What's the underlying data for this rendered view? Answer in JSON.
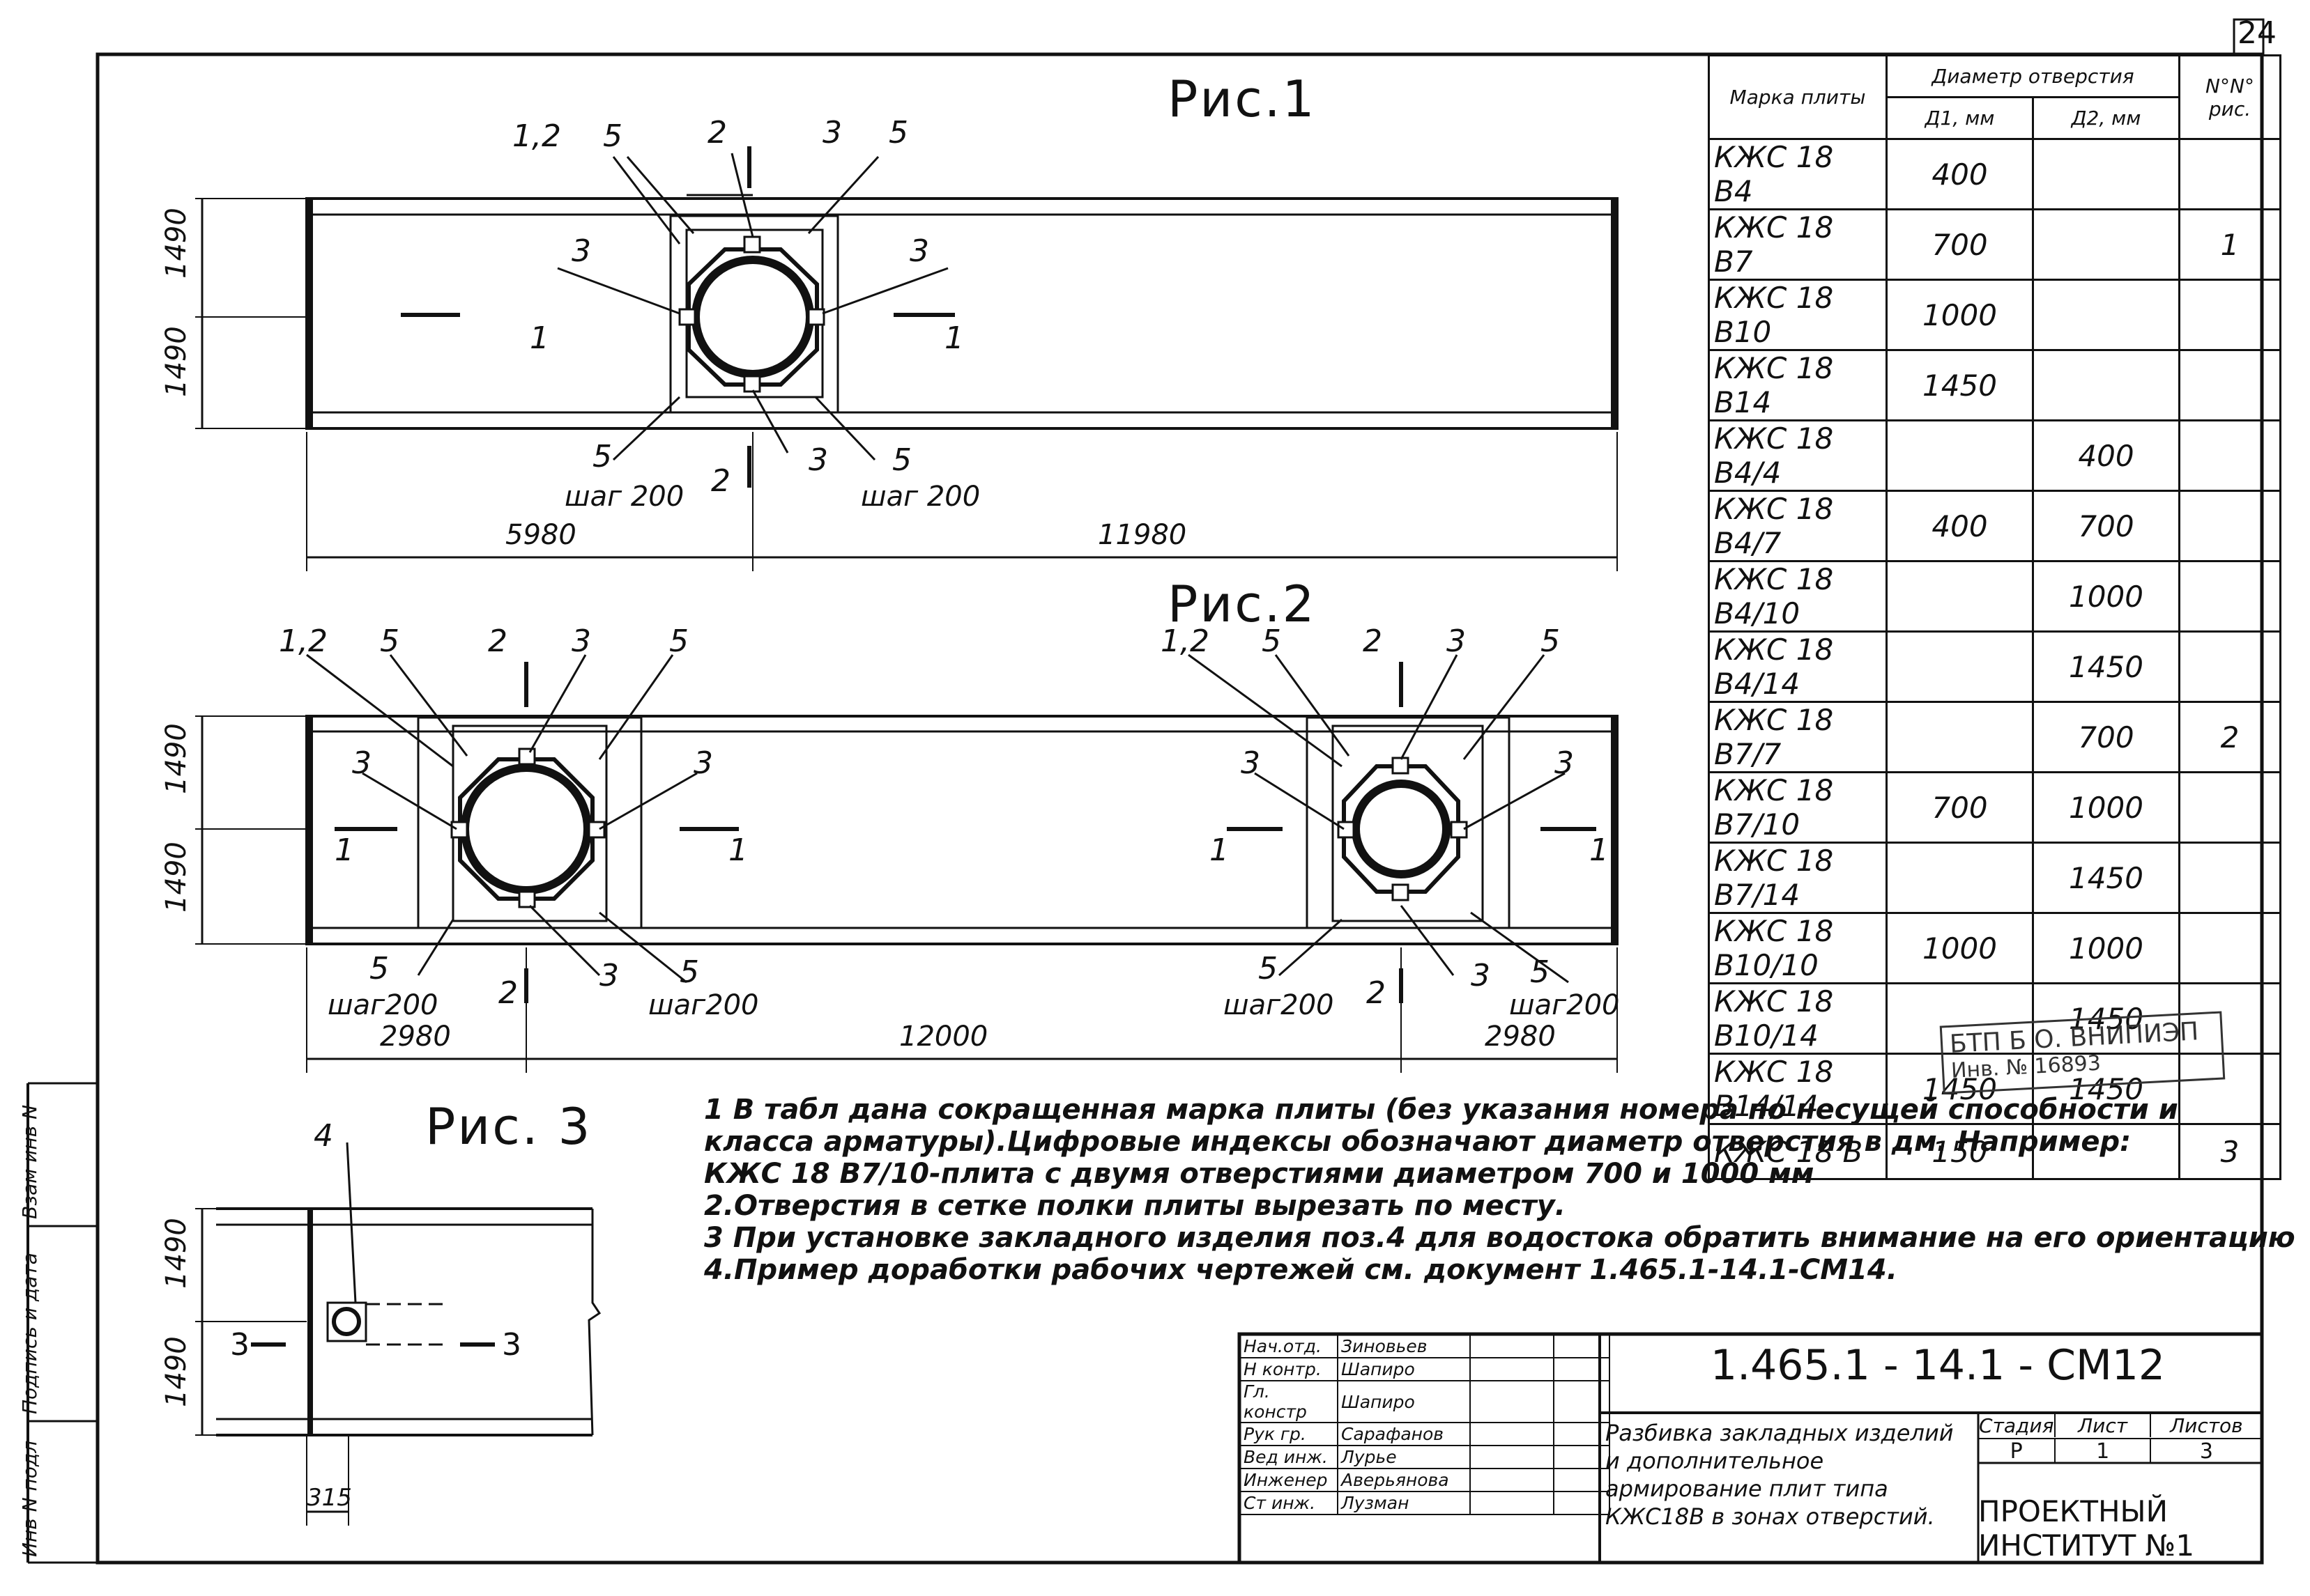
{
  "sheet_number": "24",
  "figures": {
    "fig1": "Рис.1",
    "fig2": "Рис.2",
    "fig3": "Рис. 3"
  },
  "dims": {
    "h1490": "1490",
    "d5980": "5980",
    "d11980": "11980",
    "d2980": "2980",
    "d12000": "12000",
    "d315": "315",
    "step": "шаг 200",
    "step2": "шаг200"
  },
  "callouts": {
    "c12": "1,2",
    "c1": "1",
    "c2": "2",
    "c3": "3",
    "c4": "4",
    "c5": "5"
  },
  "table": {
    "header_mark": "Марка плиты",
    "header_diam": "Диаметр отверстия",
    "header_d1": "Д1, мм",
    "header_d2": "Д2, мм",
    "header_fig": "N°N° рис.",
    "rows": [
      {
        "mark": "КЖС 18 В4",
        "d1": "400",
        "d2": "",
        "fig": ""
      },
      {
        "mark": "КЖС 18 В7",
        "d1": "700",
        "d2": "",
        "fig": "1"
      },
      {
        "mark": "КЖС 18 В10",
        "d1": "1000",
        "d2": "",
        "fig": ""
      },
      {
        "mark": "КЖС 18 В14",
        "d1": "1450",
        "d2": "",
        "fig": ""
      },
      {
        "mark": "КЖС 18 В4/4",
        "d1": "",
        "d2": "400",
        "fig": ""
      },
      {
        "mark": "КЖС 18 В4/7",
        "d1": "400",
        "d2": "700",
        "fig": ""
      },
      {
        "mark": "КЖС 18 В4/10",
        "d1": "",
        "d2": "1000",
        "fig": ""
      },
      {
        "mark": "КЖС 18 В4/14",
        "d1": "",
        "d2": "1450",
        "fig": ""
      },
      {
        "mark": "КЖС 18 В7/7",
        "d1": "",
        "d2": "700",
        "fig": "2"
      },
      {
        "mark": "КЖС 18 В7/10",
        "d1": "700",
        "d2": "1000",
        "fig": ""
      },
      {
        "mark": "КЖС 18 В7/14",
        "d1": "",
        "d2": "1450",
        "fig": ""
      },
      {
        "mark": "КЖС 18 В10/10",
        "d1": "1000",
        "d2": "1000",
        "fig": ""
      },
      {
        "mark": "КЖС 18 В10/14",
        "d1": "",
        "d2": "1450",
        "fig": ""
      },
      {
        "mark": "КЖС 18 В14/14",
        "d1": "1450",
        "d2": "1450",
        "fig": ""
      },
      {
        "mark": "КЖС 18 В",
        "d1": "150",
        "d2": "",
        "fig": "3"
      }
    ]
  },
  "stamp_org": "БТП Б О. ВНИПИЭП",
  "stamp_inv": "Инв. № 16893",
  "notes": [
    "1 В табл дана сокращенная марка плиты (без указания номера по несущей способности и",
    "класса арматуры).Цифровые индексы обозначают диаметр отверстия в дм. Например:",
    "КЖС 18 В7/10-плита с двумя отверстиями диаметром 700 и 1000 мм",
    "2.Отверстия в сетке полки плиты вырезать по месту.",
    "3 При установке закладного изделия поз.4 для водостока обратить внимание на его ориентацию",
    "4.Пример доработки рабочих чертежей см. документ 1.465.1-14.1-СМ14."
  ],
  "titleblock": {
    "code": "1.465.1 - 14.1 - СМ12",
    "roles": [
      "Нач.отд.",
      "Н контр.",
      "Гл. констр",
      "Рук гр.",
      "Вед инж.",
      "Инженер",
      "Ст инж."
    ],
    "names": [
      "Зиновьев",
      "Шапиро",
      "Шапиро",
      "Сарафанов",
      "Лурье",
      "Аверьянова",
      "Лузман"
    ],
    "title": "Разбивка закладных изделий и дополнительное армирование плит типа КЖС18В в зонах отверстий.",
    "stage_h": "Стадия",
    "sheet_h": "Лист",
    "sheets_h": "Листов",
    "stage": "Р",
    "sheet": "1",
    "sheets": "3",
    "org": "ПРОЕКТНЫЙ ИНСТИТУТ №1"
  },
  "side_labels": [
    "Инв N подл",
    "Подпись и дата",
    "Взам инв N"
  ]
}
